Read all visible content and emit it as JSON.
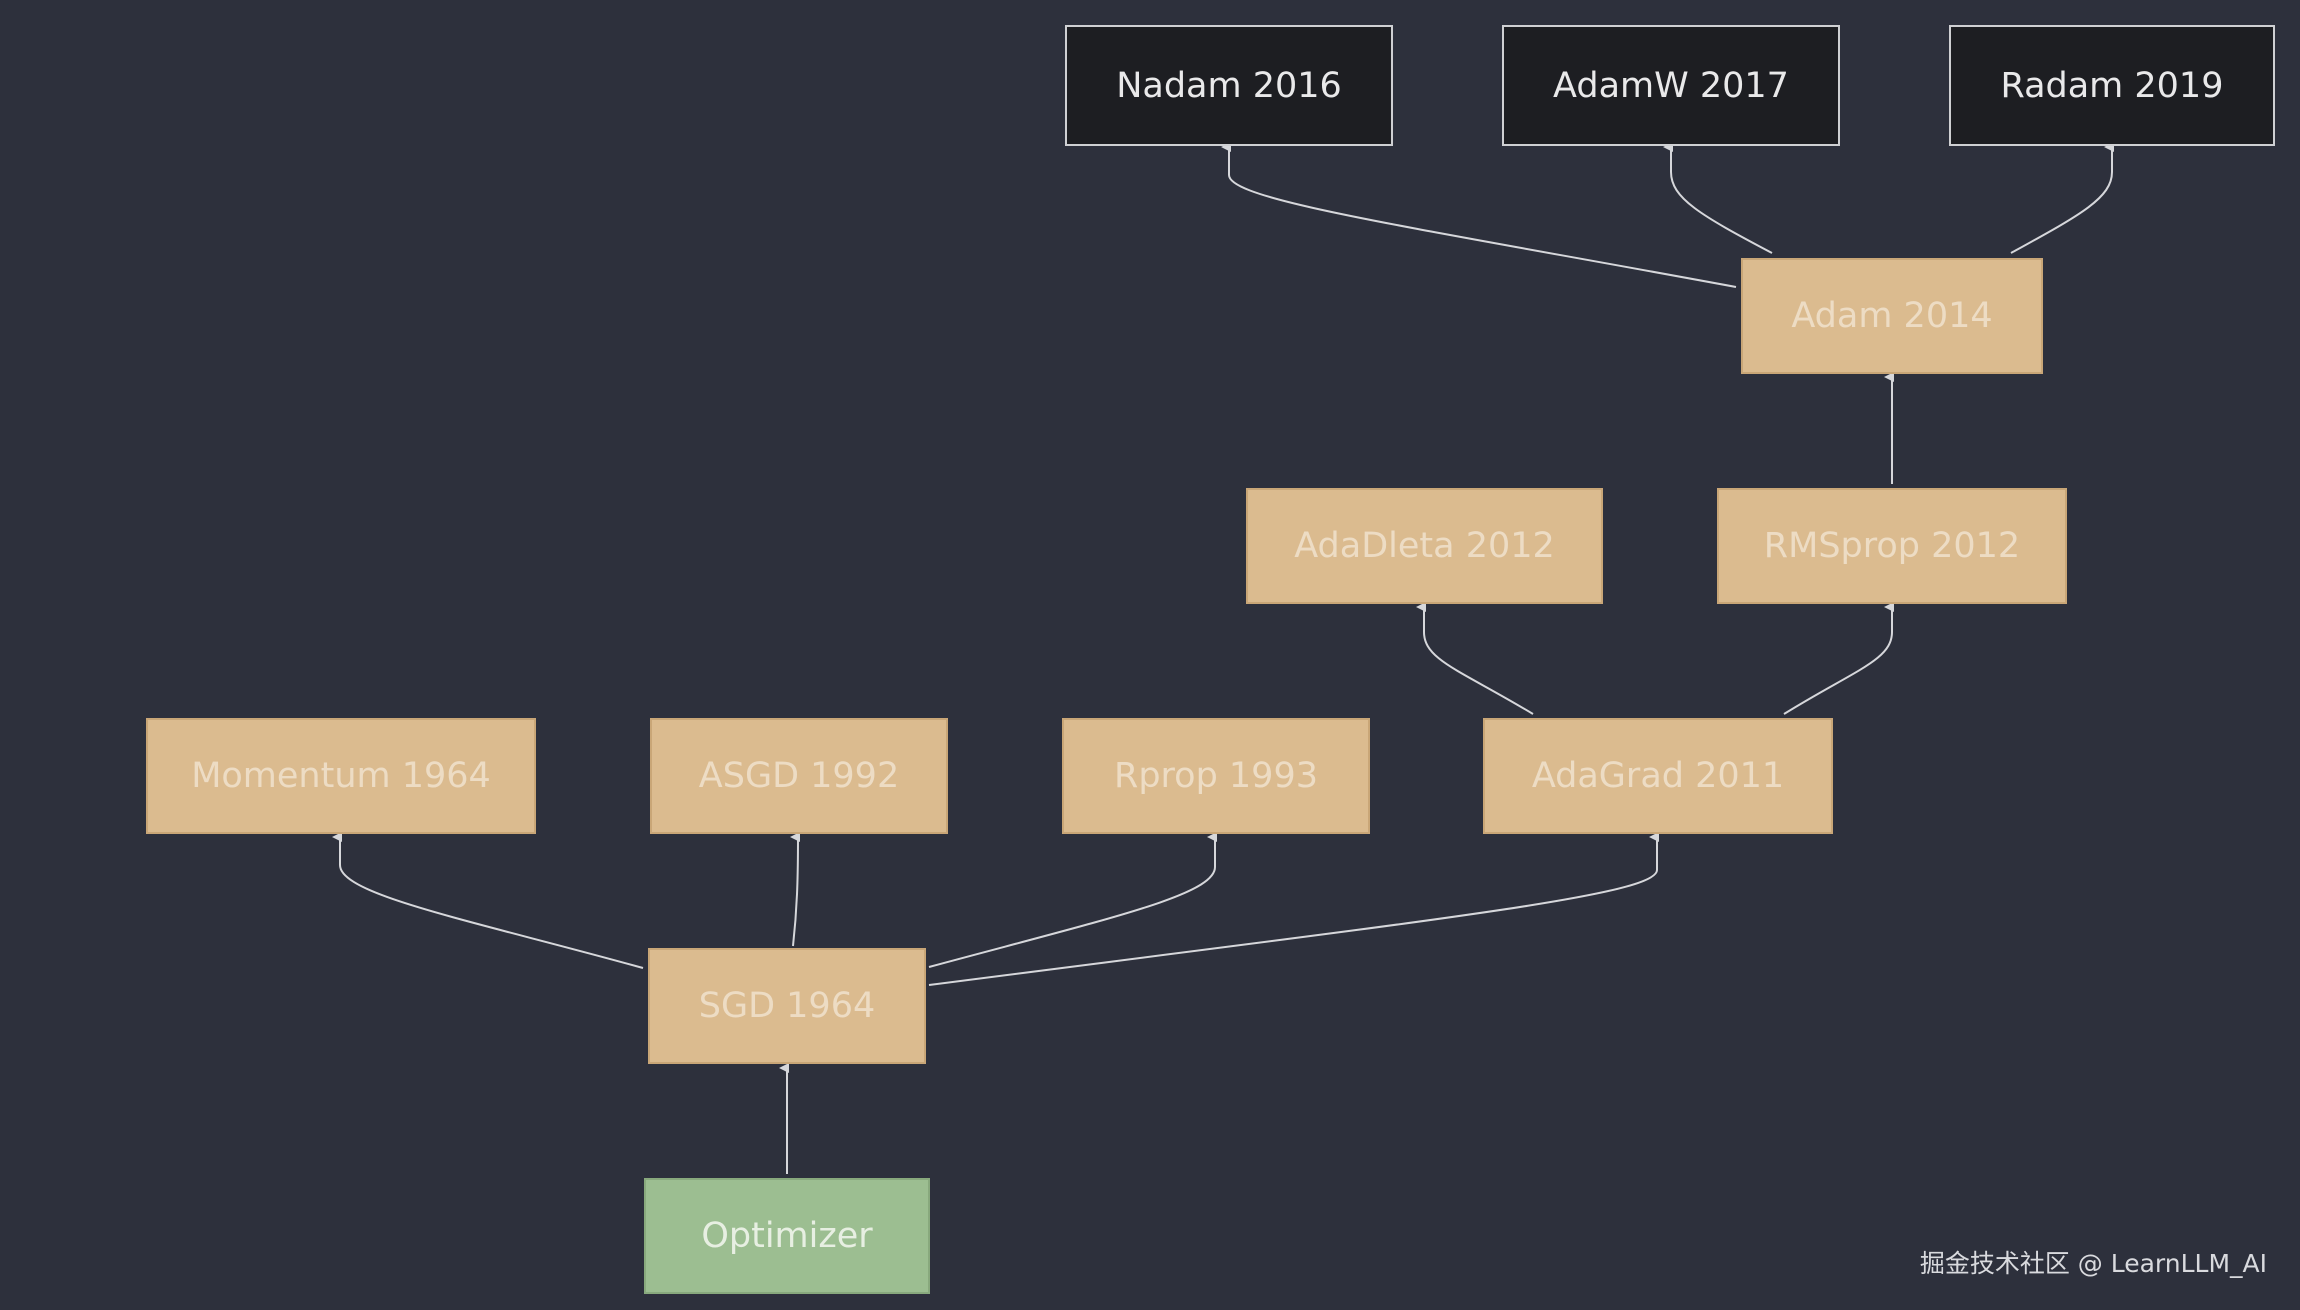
{
  "nodes": {
    "optimizer": "Optimizer",
    "sgd": "SGD 1964",
    "momentum": "Momentum 1964",
    "asgd": "ASGD 1992",
    "rprop": "Rprop 1993",
    "adagrad": "AdaGrad 2011",
    "adadelta": "AdaDleta 2012",
    "rmsprop": "RMSprop 2012",
    "adam": "Adam 2014",
    "nadam": "Nadam 2016",
    "adamw": "AdamW 2017",
    "radam": "Radam 2019"
  },
  "edges": [
    {
      "from": "optimizer",
      "to": "sgd"
    },
    {
      "from": "sgd",
      "to": "momentum"
    },
    {
      "from": "sgd",
      "to": "asgd"
    },
    {
      "from": "sgd",
      "to": "rprop"
    },
    {
      "from": "sgd",
      "to": "adagrad"
    },
    {
      "from": "adagrad",
      "to": "adadelta"
    },
    {
      "from": "adagrad",
      "to": "rmsprop"
    },
    {
      "from": "rmsprop",
      "to": "adam"
    },
    {
      "from": "adam",
      "to": "nadam"
    },
    {
      "from": "adam",
      "to": "adamw"
    },
    {
      "from": "adam",
      "to": "radam"
    }
  ],
  "colors": {
    "background": "#2d303c",
    "node_fill": "#dbbb8f",
    "root_fill": "#9cbe91",
    "leaf_fill": "#1d1e22",
    "edge": "#d6d7db"
  },
  "watermark": "掘金技术社区 @ LearnLLM_AI"
}
